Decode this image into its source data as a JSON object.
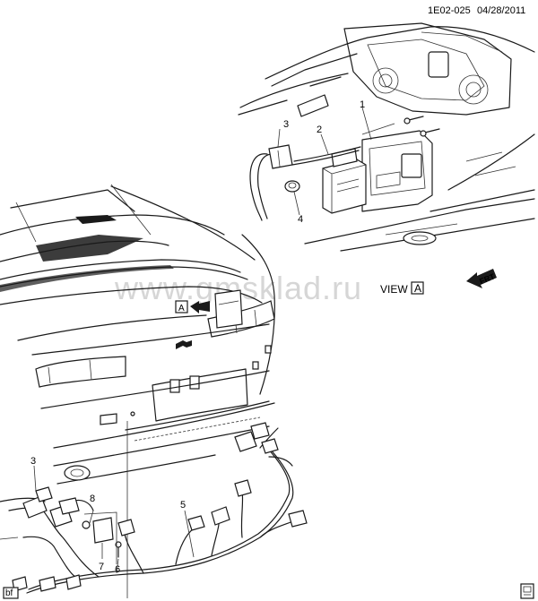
{
  "header": {
    "code": "1E02-025",
    "date": "04/28/2011"
  },
  "watermark": "www.gmsklad.ru",
  "view": {
    "label": "VIEW",
    "letter": "A"
  },
  "view_marker": "A",
  "front_arrow": "FRT",
  "corner_tag": "bf",
  "callouts": [
    "1",
    "2",
    "3",
    "4",
    "3",
    "5",
    "6",
    "7",
    "8"
  ]
}
